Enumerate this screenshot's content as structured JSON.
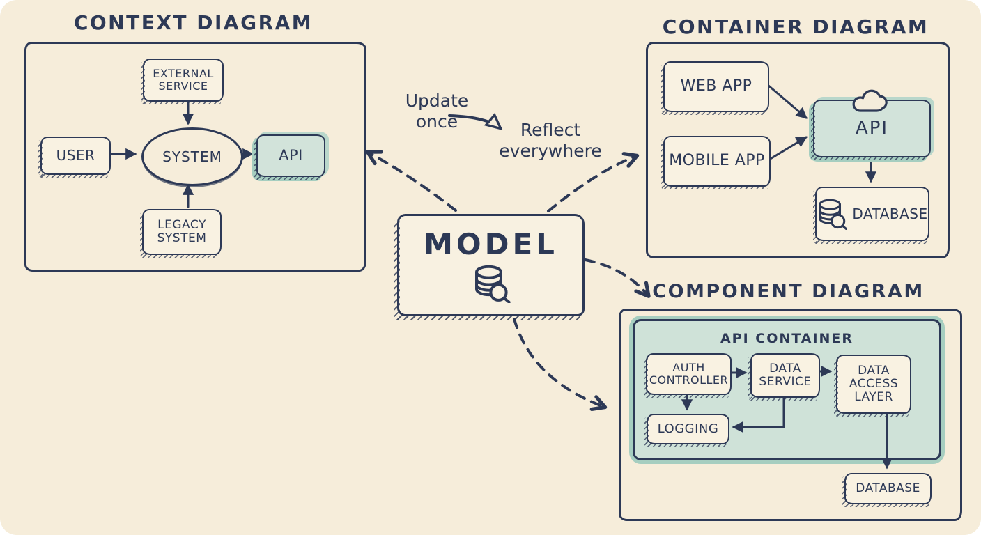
{
  "palette": {
    "background": "#f6edda",
    "ink": "#2d3956",
    "box_fill": "#f9f2e2",
    "teal_fill": "#d2e3da",
    "teal_glow": "#a6cec0"
  },
  "context": {
    "title": "CONTEXT DIAGRAM",
    "external_service": "EXTERNAL SERVICE",
    "user": "USER",
    "system": "SYSTEM",
    "api": "API",
    "legacy_system": "LEGACY SYSTEM"
  },
  "container": {
    "title": "CONTAINER DIAGRAM",
    "web_app": "WEB APP",
    "mobile_app": "MOBILE APP",
    "api": "API",
    "database": "DATABASE"
  },
  "component": {
    "title": "COMPONENT DIAGRAM",
    "api_container": "API CONTAINER",
    "auth_controller": "AUTH CONTROLLER",
    "data_service": "DATA SERVICE",
    "data_access_layer": "DATA ACCESS LAYER",
    "logging": "LOGGING",
    "database": "DATABASE"
  },
  "center": {
    "update_label": "Update once",
    "reflect_label": "Reflect everywhere",
    "model_title": "MODEL"
  },
  "icons": {
    "model_icon": "database-search-icon",
    "container_api_icon": "cloud-icon",
    "container_database_icon": "database-search-icon"
  }
}
